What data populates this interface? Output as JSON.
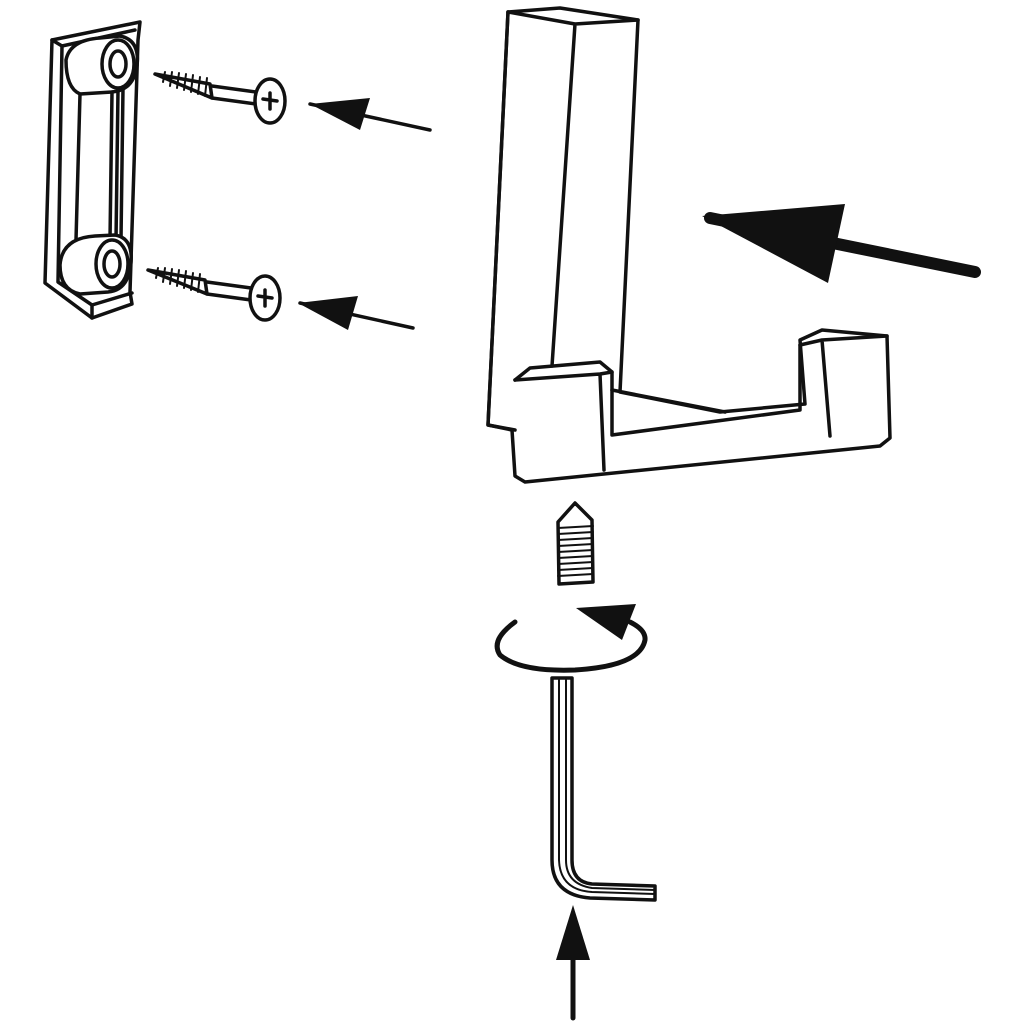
{
  "diagram": {
    "line_color": "#111111",
    "background_color": "#ffffff",
    "parts": [
      "mounting-bracket",
      "wood-screw",
      "wood-screw",
      "double-hook",
      "set-screw",
      "hex-key"
    ],
    "annotations": [
      "arrow-screws-to-bracket",
      "arrow-screws-to-bracket",
      "arrow-hook-onto-bracket",
      "rotate-clockwise",
      "arrow-insert-hex-key"
    ]
  }
}
